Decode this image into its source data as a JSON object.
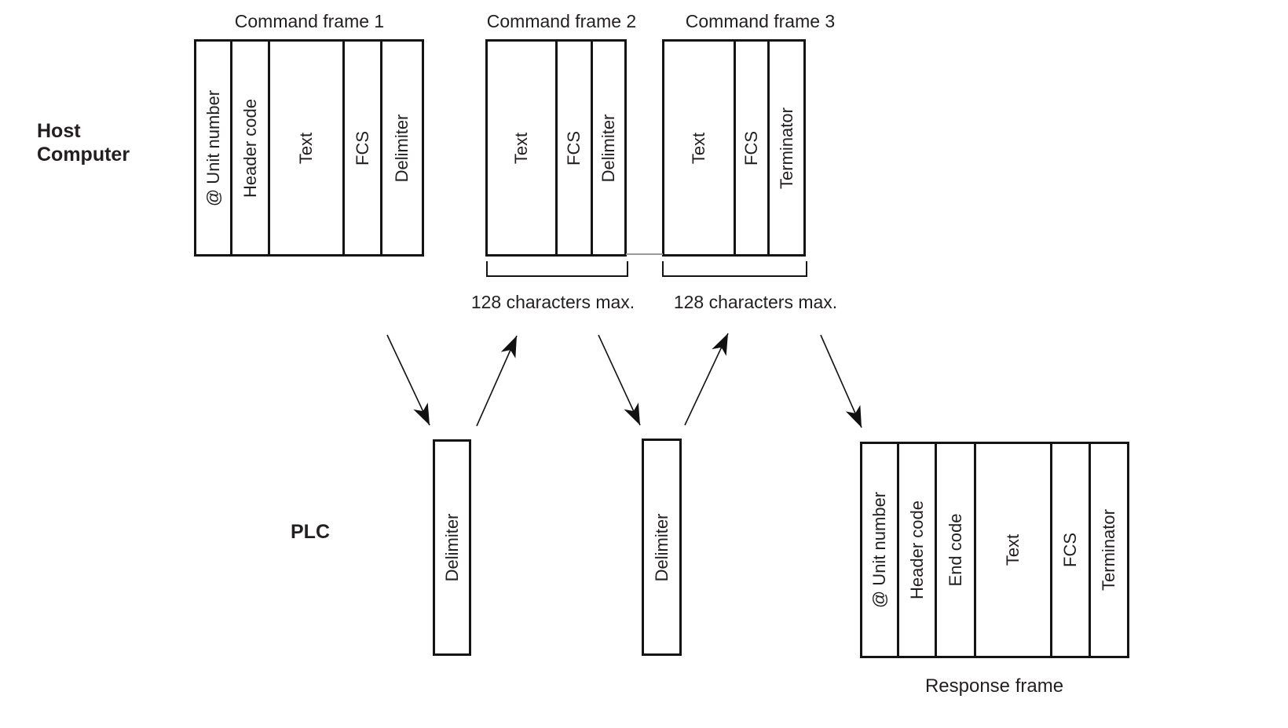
{
  "actors": {
    "host_line1": "Host",
    "host_line2": "Computer",
    "plc": "PLC"
  },
  "frames": {
    "command1": {
      "title": "Command frame 1",
      "cells": [
        "@ Unit number",
        "Header code",
        "Text",
        "FCS",
        "Delimiter"
      ]
    },
    "command2": {
      "title": "Command frame 2",
      "cells": [
        "Text",
        "FCS",
        "Delimiter"
      ]
    },
    "command3": {
      "title": "Command frame 3",
      "cells": [
        "Text",
        "FCS",
        "Terminator"
      ]
    },
    "delimiter1": {
      "cells": [
        "Delimiter"
      ]
    },
    "delimiter2": {
      "cells": [
        "Delimiter"
      ]
    },
    "response": {
      "title": "Response frame",
      "cells": [
        "@ Unit number",
        "Header code",
        "End code",
        "Text",
        "FCS",
        "Terminator"
      ]
    }
  },
  "annotations": {
    "max_chars_1": "128 characters max.",
    "max_chars_2": "128 characters max."
  },
  "colors": {
    "line": "#141414",
    "text": "#231f20",
    "background": "#ffffff"
  }
}
